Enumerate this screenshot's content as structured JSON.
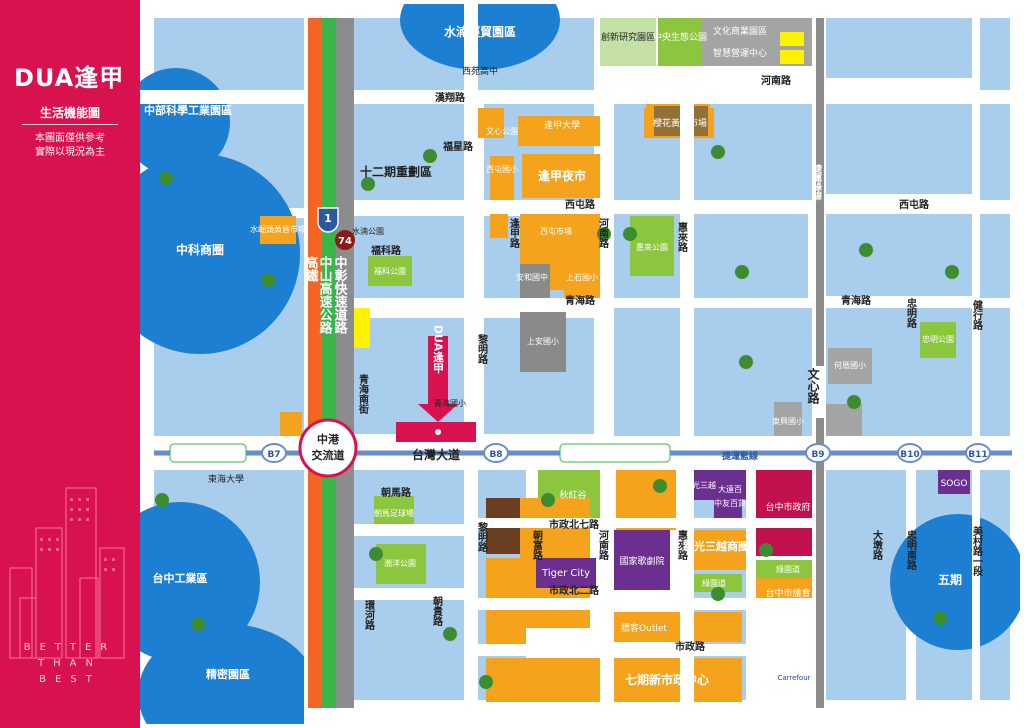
{
  "sidebar": {
    "brand": "DUA逢甲",
    "subtitle": "生活機能圖",
    "note_lines": [
      "本圖面僅供參考",
      "實際以現況為主"
    ],
    "slogan_lines": [
      "BETTER",
      "THAN",
      "BEST"
    ]
  },
  "colors": {
    "brand_red": "#d8114f",
    "block_blue": "#a9cdec",
    "circle_blue": "#1d7fd1",
    "road_white": "#ffffff",
    "orange_block": "#f5a21c",
    "green_block": "#8cc63f",
    "purple_block": "#6b2f8f",
    "gray_block": "#8a8a8a",
    "freeway_orange": "#f26522",
    "freeway_green": "#39b54a",
    "freeway_gray": "#8c8c8c"
  },
  "circles": {
    "c1": "水湳經貿園區",
    "c2": "中部科學工業園區",
    "c3": "中科商圈",
    "c4": "台中工業區",
    "c5": "精密園區",
    "c6": "五期"
  },
  "roads": {
    "hanxiang": "漢翔路",
    "fuxing": "福星路",
    "fuke": "福科路",
    "xitun_top": "西屯路",
    "xitun_right": "西屯路",
    "qinghai_mid": "青海路",
    "qinghai_right": "青海路",
    "henan_top": "河南路",
    "henan_mid": "河南路",
    "henan_low": "河南路",
    "fengjia": "逢甲路",
    "huilai_top": "惠來路",
    "huilai_low": "惠來路",
    "liming_top": "黎明路",
    "liming_low": "黎明路",
    "qinghai_south": "青海南街",
    "taiwan_blvd": "台灣大道",
    "zhonggang": "中港交流道",
    "wenxin": "文心路",
    "zhongming_top": "忠明路",
    "zhongming_low": "忠明南路",
    "jianxing": "健行路",
    "chaoma": "朝馬路",
    "chaofu": "朝富路",
    "chaogui": "朝貴路",
    "huanhe": "環河路",
    "shizheng_north7": "市政北七路",
    "shizheng_north2": "市政北二路",
    "shizheng": "市政路",
    "dadun": "大墩路",
    "meicun": "美村路一段",
    "hsr": "高鐵",
    "freeway1": "中山高速公路",
    "freeway74": "中彰快速道路",
    "shield1": "1",
    "shield74": "74",
    "mrt_label": "捷運藍線",
    "mrt_green": "捷運綠線"
  },
  "stations": [
    "B7",
    "B8",
    "B9",
    "B10",
    "B11"
  ],
  "places": {
    "chuangxin": "創新研究園區",
    "central_park": "中央生態公園",
    "culture_park": "文化商業園區",
    "smart_center": "智慧營運中心",
    "yingcai": "櫻花黃昏市場",
    "shi_er": "十二期重劃區",
    "fengjia_market": "逢甲夜市",
    "fengjia_univ": "逢甲大學",
    "xitun_school": "西屯國小",
    "xiyuan": "西苑高中",
    "xiyuan_park": "文心公園",
    "shui_nan_park": "水湳公園",
    "shuiyuan_market": "水崛頭黃昏市場",
    "anhe": "安和國中",
    "fuke_park": "福科公園",
    "xitun_market": "西屯市場",
    "shangshi": "上石國小",
    "shangan": "上安國小",
    "huilai_park": "惠來公園",
    "hede": "何厝國小",
    "zhongming_park": "忠明公園",
    "dongxing": "東興國小",
    "zhongyou": "中友百貨",
    "tunghai": "東海大學",
    "chaoma_park": "朝馬足球場",
    "liming_park": "潮洋公園",
    "bingxing": "秋紅谷",
    "tiger": "Tiger City",
    "opera": "國家歌劇院",
    "xinkuang_san": "新光三越",
    "dayuan": "大遠百",
    "city_hall": "台中市政府",
    "xinkuang_square": "新光三越商圈",
    "lvyuan1": "綠園道",
    "lvyuan2": "綠園道",
    "council": "台中市議會",
    "outlet": "標客Outlet",
    "qiqi_center": "七期新市政中心",
    "sogo": "SOGO",
    "carrefour": "Carrefour",
    "dua_site": "DUA逢甲",
    "zhongmei": "青海國小"
  }
}
